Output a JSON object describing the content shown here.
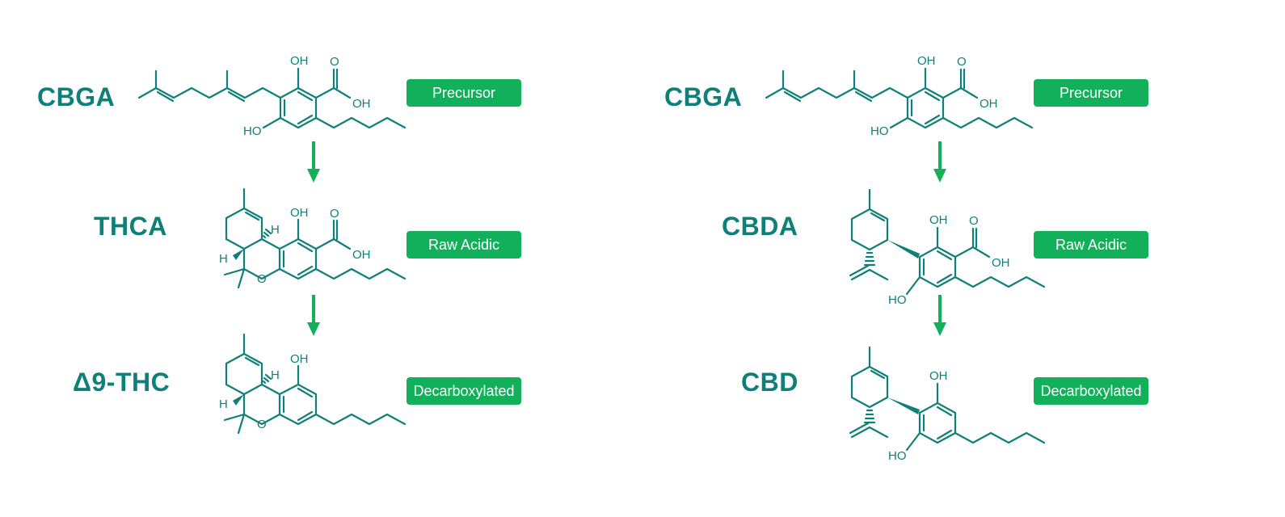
{
  "colors": {
    "molecule": "#0f8079",
    "accent": "#12b05a",
    "background": "#ffffff"
  },
  "thc_pathway": {
    "steps": [
      {
        "name": "CBGA",
        "badge": "Precursor"
      },
      {
        "name": "THCA",
        "badge": "Raw Acidic"
      },
      {
        "name": "Δ9-THC",
        "badge": "Decarboxylated"
      }
    ]
  },
  "cbd_pathway": {
    "steps": [
      {
        "name": "CBGA",
        "badge": "Precursor"
      },
      {
        "name": "CBDA",
        "badge": "Raw Acidic"
      },
      {
        "name": "CBD",
        "badge": "Decarboxylated"
      }
    ]
  },
  "atom_labels": {
    "oh": "OH",
    "ho": "HO",
    "o": "O",
    "h": "H"
  },
  "icons": {
    "arrow": "arrow-down-icon"
  }
}
